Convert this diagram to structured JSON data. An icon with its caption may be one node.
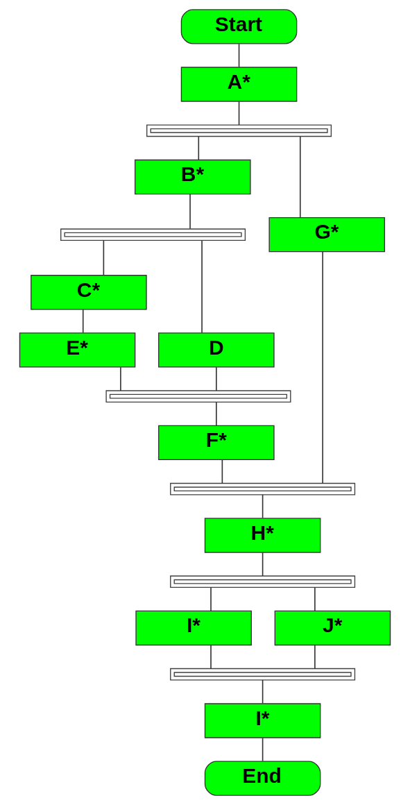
{
  "diagram": {
    "nodes": [
      {
        "text": [
          "Start"
        ]
      },
      {
        "text": [
          "A*"
        ]
      },
      {
        "text": [],
        "shape": "bar"
      },
      {
        "text": [
          "B*"
        ]
      },
      {
        "text": [],
        "shape": "bar"
      },
      {
        "text": [
          "C*"
        ]
      },
      {
        "text": [
          "D"
        ]
      },
      {
        "text": [
          "G*"
        ]
      },
      {
        "text": [
          "E*"
        ]
      },
      {
        "text": [],
        "shape": "bar"
      },
      {
        "text": [
          "F*"
        ]
      },
      {
        "text": [],
        "shape": "bar"
      },
      {
        "text": [
          "H*"
        ]
      },
      {
        "text": [],
        "shape": "bar"
      },
      {
        "text": [
          "I*"
        ]
      },
      {
        "text": [
          "J*"
        ]
      },
      {
        "text": [],
        "shape": "bar"
      },
      {
        "text": [
          "I*"
        ]
      },
      {
        "text": [
          "End"
        ]
      }
    ],
    "edges": [
      {
        "from": 0,
        "to": 1,
        "arrow": "none"
      },
      {
        "from": 1,
        "to": 2,
        "arrow": "none"
      },
      {
        "from": 2,
        "to": 3,
        "arrow": "none"
      },
      {
        "from": 2,
        "to": 7,
        "arrow": "none"
      },
      {
        "from": 3,
        "to": 4,
        "arrow": "none"
      },
      {
        "from": 4,
        "to": 5,
        "arrow": "none"
      },
      {
        "from": 4,
        "to": 6,
        "arrow": "none"
      },
      {
        "from": 5,
        "to": 8,
        "arrow": "none"
      },
      {
        "from": 8,
        "to": 9,
        "arrow": "none"
      },
      {
        "from": 6,
        "to": 9,
        "arrow": "none"
      },
      {
        "from": 9,
        "to": 10,
        "arrow": "none"
      },
      {
        "from": 10,
        "to": 11,
        "arrow": "none"
      },
      {
        "from": 7,
        "to": 11,
        "arrow": "none"
      },
      {
        "from": 11,
        "to": 12,
        "arrow": "none"
      },
      {
        "from": 12,
        "to": 13,
        "arrow": "none"
      },
      {
        "from": 13,
        "to": 14,
        "arrow": "none"
      },
      {
        "from": 13,
        "to": 15,
        "arrow": "none"
      },
      {
        "from": 14,
        "to": 16,
        "arrow": "none"
      },
      {
        "from": 15,
        "to": 16,
        "arrow": "none"
      },
      {
        "from": 16,
        "to": 17,
        "arrow": "none"
      },
      {
        "from": 17,
        "to": 18,
        "arrow": "none"
      }
    ]
  }
}
